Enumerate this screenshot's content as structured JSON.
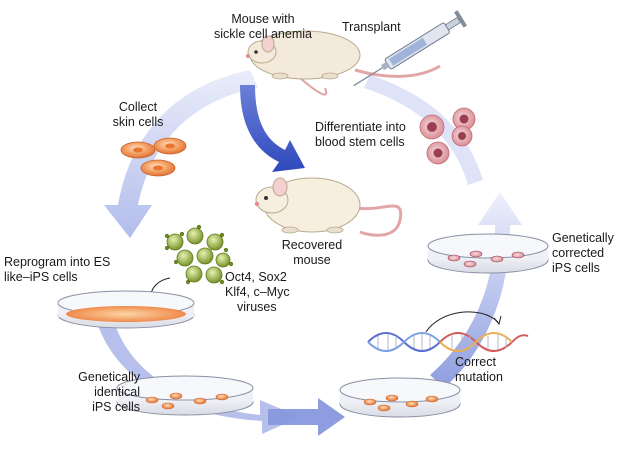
{
  "labels": {
    "mouse_sick": [
      "Mouse with",
      "sickle cell anemia"
    ],
    "transplant": "Transplant",
    "collect": [
      "Collect",
      "skin cells"
    ],
    "differentiate": [
      "Differentiate into",
      "blood stem cells"
    ],
    "recovered": [
      "Recovered",
      "mouse"
    ],
    "reprogram": [
      "Reprogram into ES",
      "like–iPS cells"
    ],
    "factors": [
      "Oct4, Sox2",
      "Klf4, c–Myc",
      "viruses"
    ],
    "identical": [
      "Genetically",
      "identical",
      "iPS cells"
    ],
    "corrected": [
      "Genetically",
      "corrected",
      "iPS cells"
    ],
    "correct_mutation": [
      "Correct",
      "mutation"
    ]
  },
  "colors": {
    "cycle_arrow": "#b9c3ec",
    "cycle_arrow_dark": "#5a6fd0",
    "recovery_arrow": "#3b55c4",
    "mouse_fur": "#f4ecdc",
    "skin_cell": "#f08a4b",
    "blood_cell": "#d77a86",
    "dish_fluid": "#f7b57a",
    "virus": "#8ba630"
  }
}
